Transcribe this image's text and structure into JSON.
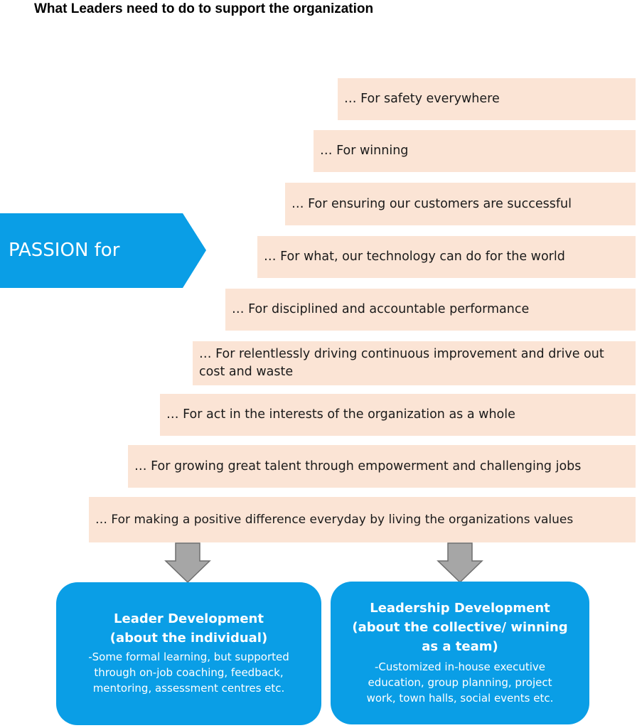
{
  "title": "What Leaders need to do to support the organization",
  "chevron": {
    "label": "PASSION for",
    "color": "#0a9ee6"
  },
  "steps": [
    "… For safety everywhere",
    "… For winning",
    "… For ensuring our customers are successful",
    "… For what, our technology can do for the world",
    "… For disciplined and accountable performance",
    "… For relentlessly driving continuous improvement and drive out cost and waste",
    "… For act in the interests of the organization as a whole",
    "… For growing great talent through empowerment and challenging jobs",
    "… For making a positive difference everyday by living the organizations values"
  ],
  "step_color": "#fbe4d5",
  "boxes": [
    {
      "title_line1": "Leader Development",
      "title_line2": "(about the individual)",
      "body": "-Some formal learning, but supported through on-job coaching, feedback, mentoring, assessment centres etc."
    },
    {
      "title_line1": "Leadership Development",
      "title_line2": "(about the collective/ winning as a team)",
      "body": "-Customized in-house executive education, group planning, project work, town halls, social events etc."
    }
  ],
  "arrow_color": "#a6a6a6"
}
